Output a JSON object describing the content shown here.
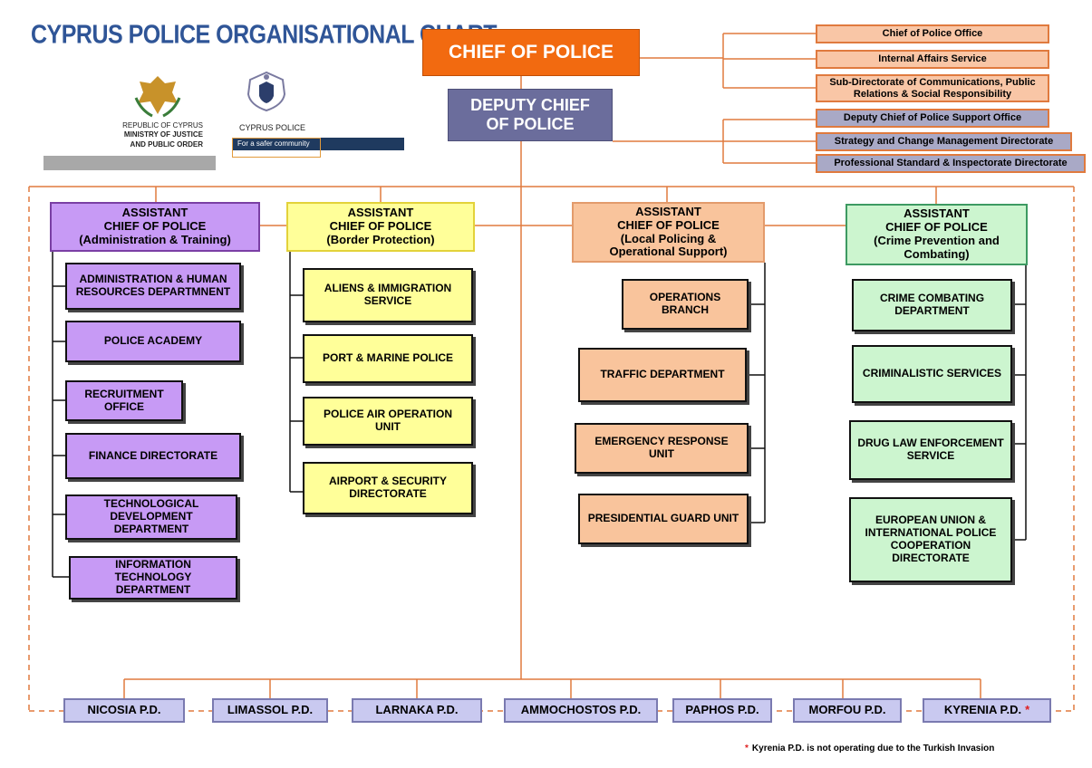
{
  "title": "CYPRUS POLICE ORGANISATIONAL CHART",
  "logos": {
    "ministry": {
      "line1": "REPUBLIC OF CYPRUS",
      "line2": "MINISTRY OF JUSTICE",
      "line3": "AND PUBLIC ORDER"
    },
    "police": {
      "name": "CYPRUS POLICE",
      "slogan": "For a safer community"
    }
  },
  "chief": "CHIEF OF POLICE",
  "deputy": "DEPUTY CHIEF OF POLICE",
  "chief_staff": [
    "Chief of Police Office",
    "Internal Affairs Service",
    "Sub-Directorate of Communications, Public Relations & Social Responsibility"
  ],
  "deputy_staff": [
    "Deputy Chief of Police Support Office",
    "Strategy and Change Management Directorate",
    "Professional Standard & Inspectorate Directorate"
  ],
  "assistants": [
    {
      "title": "ASSISTANT\nCHIEF OF POLICE\n(Administration & Training)",
      "units": [
        "ADMINISTRATION & HUMAN RESOURCES DEPARTMNENT",
        "POLICE ACADEMY",
        "RECRUITMENT OFFICE",
        "FINANCE DIRECTORATE",
        "TECHNOLOGICAL DEVELOPMENT DEPARTMENT",
        "INFORMATION TECHNOLOGY DEPARTMENT"
      ]
    },
    {
      "title": "ASSISTANT\nCHIEF OF POLICE\n(Border Protection)",
      "units": [
        "ALIENS & IMMIGRATION SERVICE",
        "PORT & MARINE POLICE",
        "POLICE AIR OPERATION UNIT",
        "AIRPORT & SECURITY DIRECTORATE"
      ]
    },
    {
      "title": "ASSISTANT\nCHIEF OF POLICE\n(Local Policing &\nOperational Support)",
      "units": [
        "OPERATIONS BRANCH",
        "TRAFFIC DEPARTMENT",
        "EMERGENCY RESPONSE UNIT",
        "PRESIDENTIAL GUARD UNIT"
      ]
    },
    {
      "title": "ASSISTANT\nCHIEF OF POLICE\n(Crime Prevention and\nCombating)",
      "units": [
        "CRIME COMBATING DEPARTMENT",
        "CRIMINALISTIC SERVICES",
        "DRUG LAW ENFORCEMENT SERVICE",
        "EUROPEAN UNION & INTERNATIONAL POLICE COOPERATION DIRECTORATE"
      ]
    }
  ],
  "districts": [
    "NICOSIA P.D.",
    "LIMASSOL P.D.",
    "LARNAKA P.D.",
    "AMMOCHOSTOS P.D.",
    "PAPHOS P.D.",
    "MORFOU P.D.",
    "KYRENIA P.D."
  ],
  "district_marker": "*",
  "footnote": "Kyrenia P.D. is not operating due to the Turkish Invasion",
  "colors": {
    "chief": "#f26a10",
    "deputy": "#6b6d9c",
    "title": "#2f5597",
    "line": "#e07a3e",
    "admin": "#c79af5",
    "border": "#ffff99",
    "local": "#f9c49c",
    "crime": "#ccf5cf",
    "district": "#c9c9f0"
  }
}
